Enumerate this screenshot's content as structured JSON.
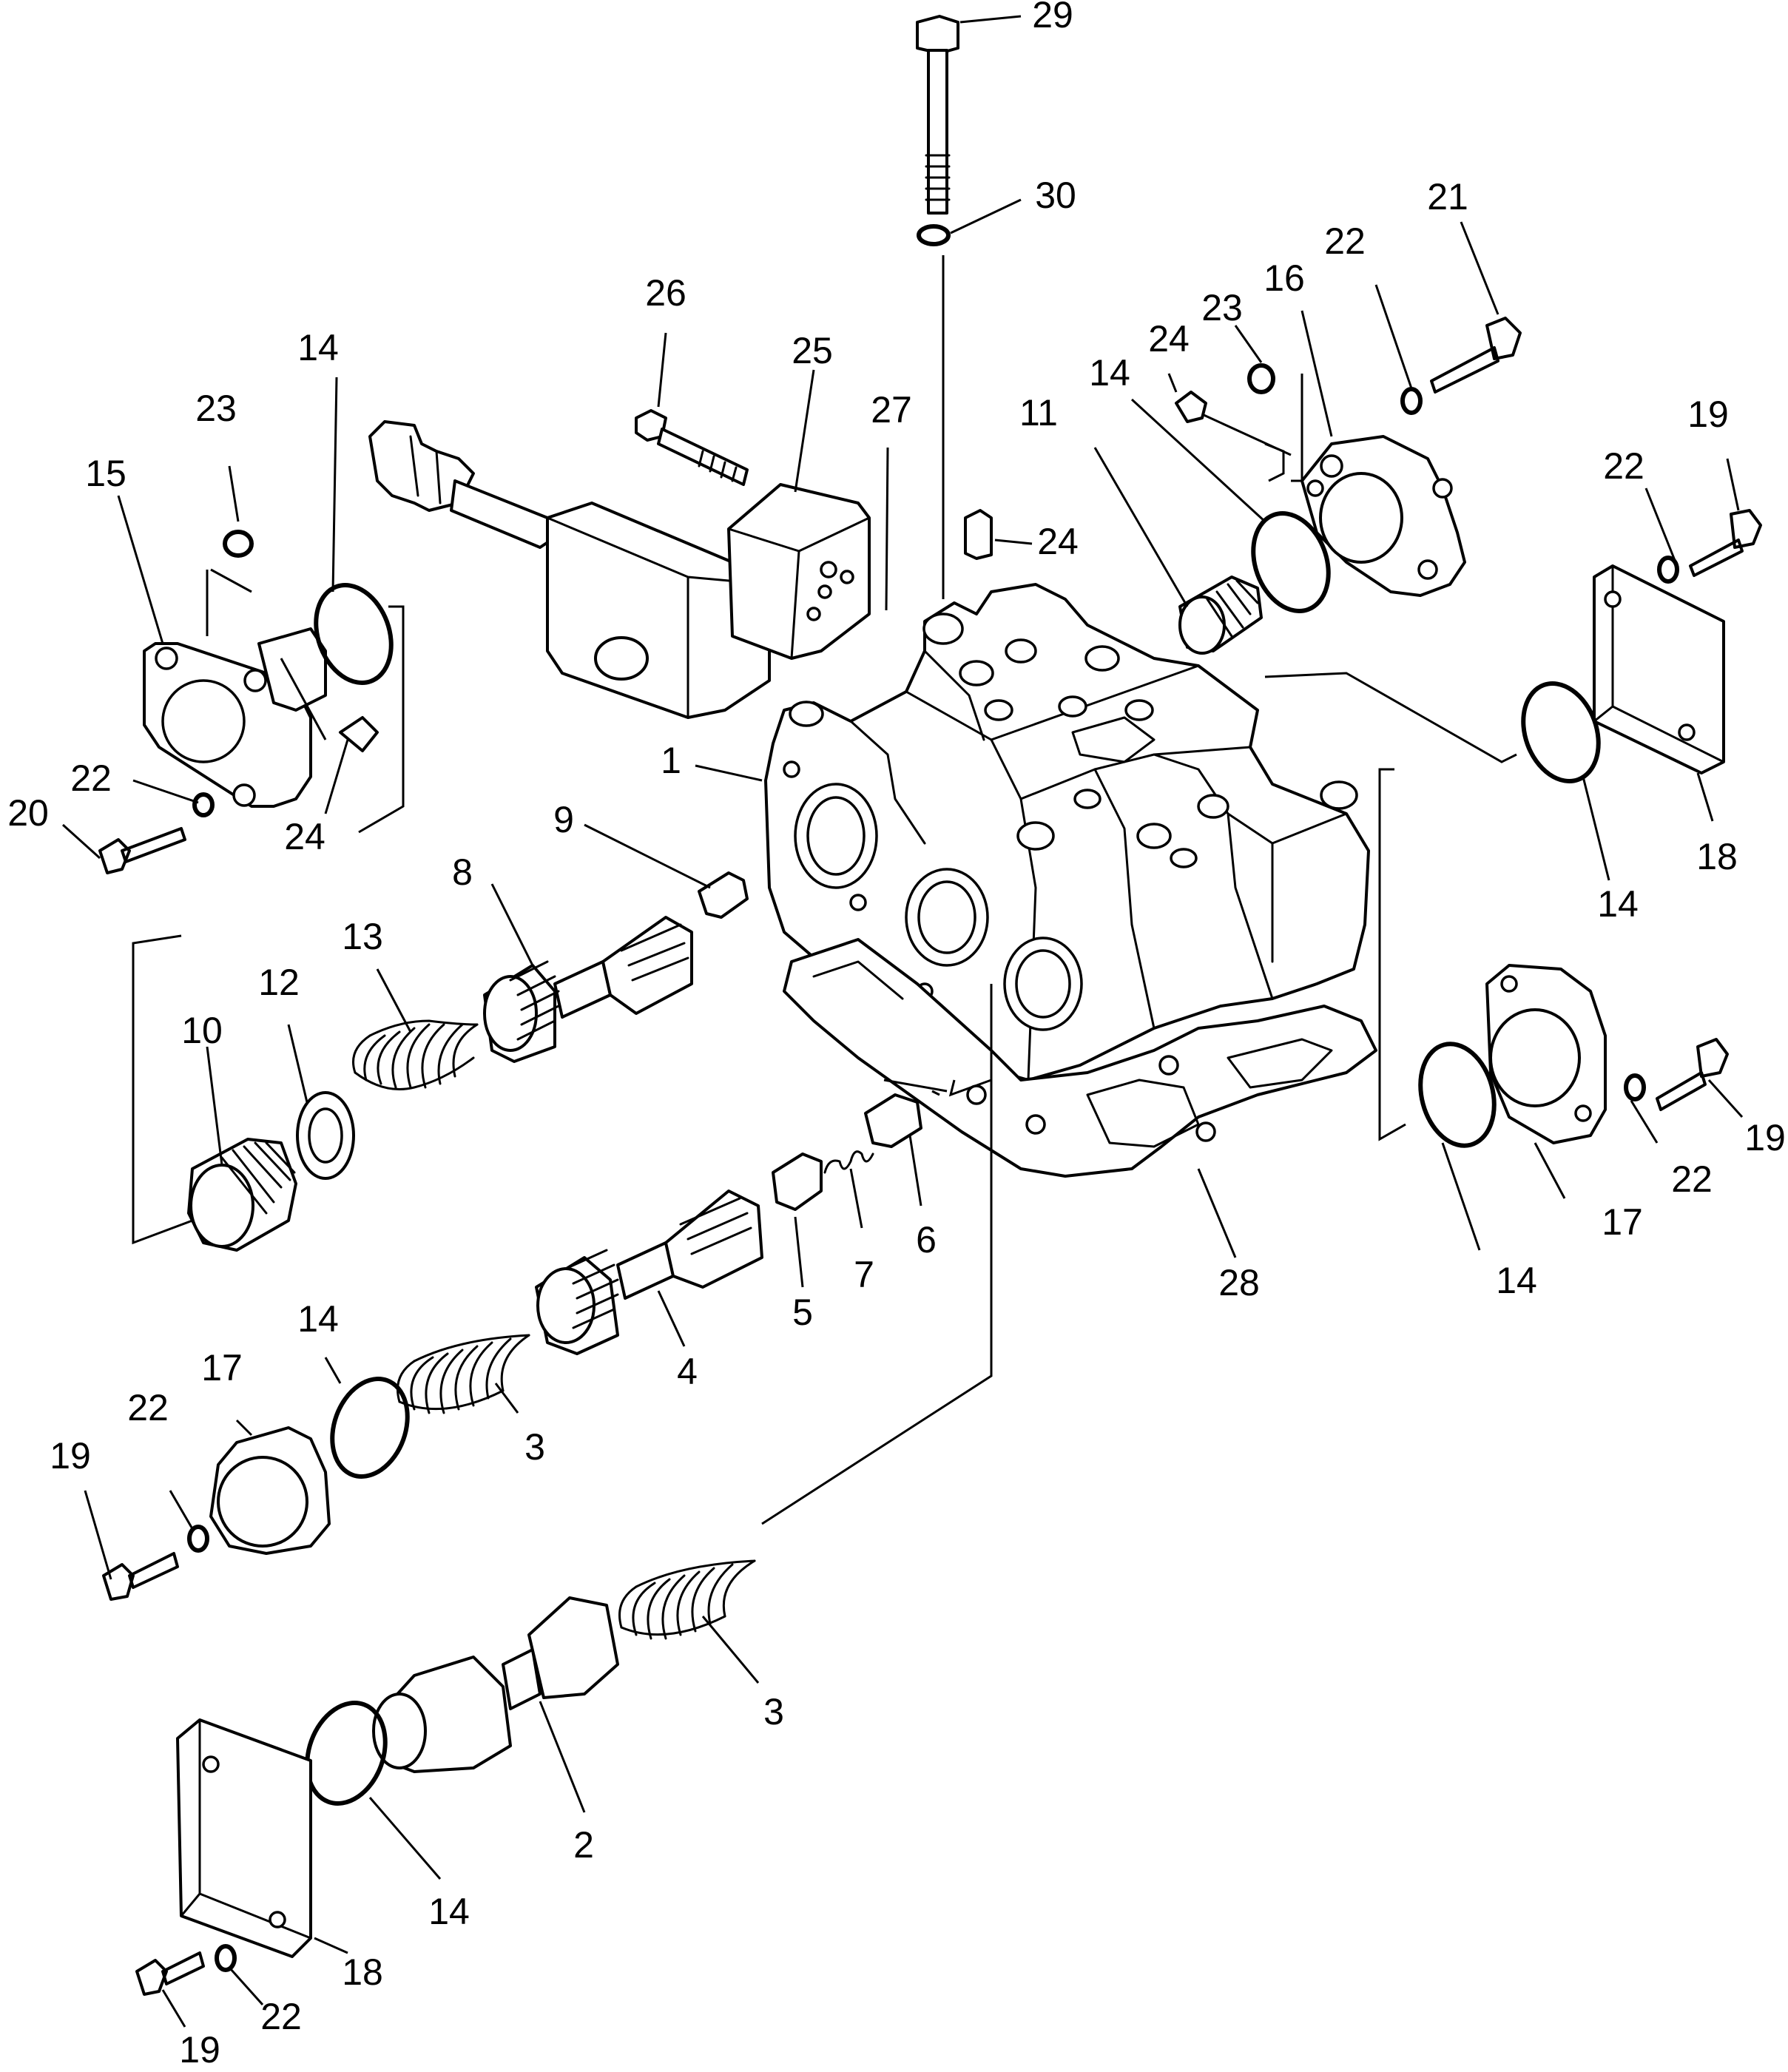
{
  "diagram": {
    "type": "exploded parts diagram",
    "callouts": [
      {
        "id": "c29",
        "label": "29"
      },
      {
        "id": "c30",
        "label": "30"
      },
      {
        "id": "c26",
        "label": "26"
      },
      {
        "id": "c25",
        "label": "25"
      },
      {
        "id": "c27",
        "label": "27"
      },
      {
        "id": "c24a",
        "label": "24"
      },
      {
        "id": "c23a",
        "label": "23"
      },
      {
        "id": "c14a",
        "label": "14"
      },
      {
        "id": "c15",
        "label": "15"
      },
      {
        "id": "c22a",
        "label": "22"
      },
      {
        "id": "c20",
        "label": "20"
      },
      {
        "id": "c24b",
        "label": "24"
      },
      {
        "id": "c1",
        "label": "1"
      },
      {
        "id": "c9",
        "label": "9"
      },
      {
        "id": "c8",
        "label": "8"
      },
      {
        "id": "c13",
        "label": "13"
      },
      {
        "id": "c12",
        "label": "12"
      },
      {
        "id": "c10",
        "label": "10"
      },
      {
        "id": "c21",
        "label": "21"
      },
      {
        "id": "c22b",
        "label": "22"
      },
      {
        "id": "c16",
        "label": "16"
      },
      {
        "id": "c23b",
        "label": "23"
      },
      {
        "id": "c24c",
        "label": "24"
      },
      {
        "id": "c14b",
        "label": "14"
      },
      {
        "id": "c11",
        "label": "11"
      },
      {
        "id": "c19a",
        "label": "19"
      },
      {
        "id": "c22c",
        "label": "22"
      },
      {
        "id": "c18a",
        "label": "18"
      },
      {
        "id": "c14c",
        "label": "14"
      },
      {
        "id": "c5",
        "label": "5"
      },
      {
        "id": "c7",
        "label": "7"
      },
      {
        "id": "c6",
        "label": "6"
      },
      {
        "id": "c4",
        "label": "4"
      },
      {
        "id": "c28",
        "label": "28"
      },
      {
        "id": "c14d",
        "label": "14"
      },
      {
        "id": "c17a",
        "label": "17"
      },
      {
        "id": "c22d",
        "label": "22"
      },
      {
        "id": "c19b",
        "label": "19"
      },
      {
        "id": "c14e",
        "label": "14"
      },
      {
        "id": "c17b",
        "label": "17"
      },
      {
        "id": "c22e",
        "label": "22"
      },
      {
        "id": "c19c",
        "label": "19"
      },
      {
        "id": "c3a",
        "label": "3"
      },
      {
        "id": "c3b",
        "label": "3"
      },
      {
        "id": "c2",
        "label": "2"
      },
      {
        "id": "c14f",
        "label": "14"
      },
      {
        "id": "c18b",
        "label": "18"
      },
      {
        "id": "c22f",
        "label": "22"
      },
      {
        "id": "c19d",
        "label": "19"
      }
    ]
  }
}
